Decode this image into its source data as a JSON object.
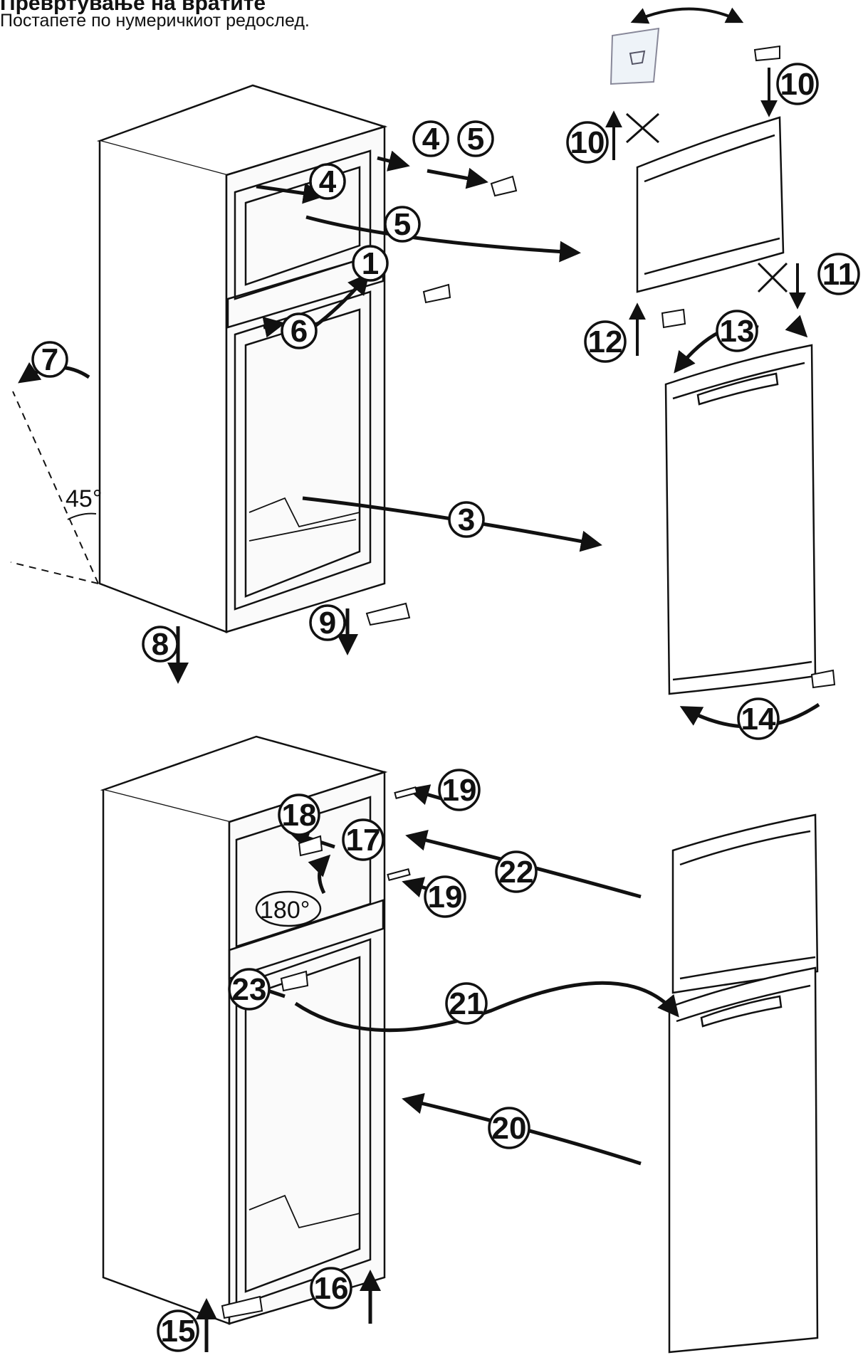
{
  "header": {
    "title": "Превртување на вратите",
    "subtitle": "Постапете по нумеричкиот редослед."
  },
  "angles": {
    "tilt": "45°",
    "rotate": "180°"
  },
  "steps": [
    "1",
    "3",
    "4",
    "4",
    "5",
    "5",
    "6",
    "7",
    "8",
    "9",
    "10",
    "10",
    "11",
    "12",
    "13",
    "14",
    "15",
    "16",
    "17",
    "18",
    "19",
    "19",
    "20",
    "21",
    "22",
    "23"
  ],
  "colors": {
    "line": "#111111",
    "panel_front": "#f7f7f7",
    "panel_side": "#ffffff"
  }
}
